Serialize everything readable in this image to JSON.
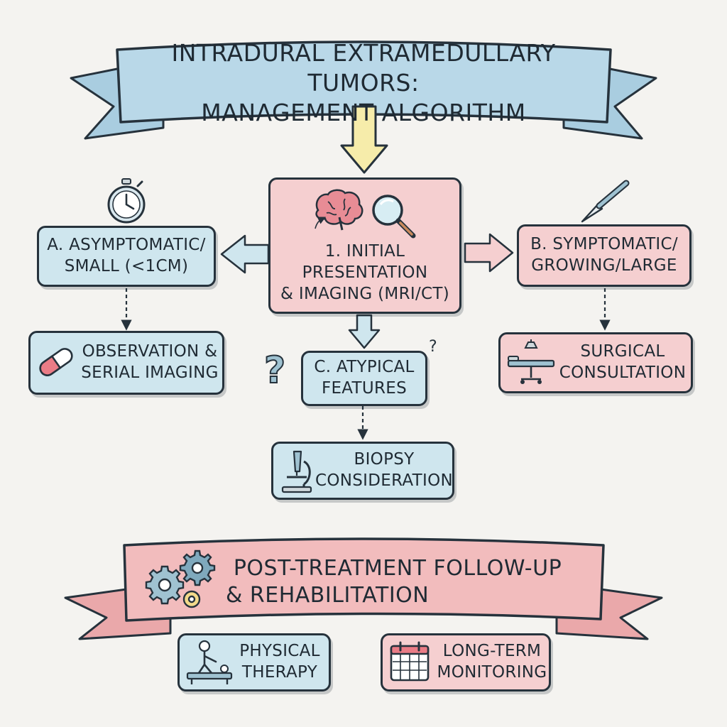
{
  "header": {
    "title_line1": "INTRADURAL EXTRAMEDULLARY TUMORS:",
    "title_line2": "MANAGEMENT ALGORITHM"
  },
  "nodes": {
    "initial": {
      "line1": "1. INITIAL",
      "line2": "PRESENTATION",
      "line3": "& IMAGING (MRI/CT)"
    },
    "asymptomatic": {
      "line1": "A. ASYMPTOMATIC/",
      "line2": "SMALL (<1cm)"
    },
    "observation": {
      "line1": "OBSERVATION &",
      "line2": "SERIAL IMAGING"
    },
    "symptomatic": {
      "line1": "B. SYMPTOMATIC/",
      "line2": "GROWING/LARGE"
    },
    "surgical": {
      "line1": "SURGICAL",
      "line2": "CONSULTATION"
    },
    "atypical": {
      "line1": "C. ATYPICAL",
      "line2": "FEATURES"
    },
    "biopsy": {
      "line1": "BIOPSY",
      "line2": "CONSIDERATION"
    }
  },
  "footer": {
    "title_line1": "POST-TREATMENT FOLLOW-UP",
    "title_line2": "& REHABILITATION",
    "physical": {
      "line1": "PHYSICAL",
      "line2": "THERAPY"
    },
    "monitoring": {
      "line1": "LONG-TERM",
      "line2": "MONITORING"
    }
  },
  "decor": {
    "question_mark": "?"
  },
  "icons": [
    "stopwatch-icon",
    "brain-icon",
    "magnifier-icon",
    "scalpel-icon",
    "pill-icon",
    "surgical-table-icon",
    "microscope-icon",
    "question-icon",
    "gears-icon",
    "therapy-icon",
    "calendar-icon"
  ],
  "colors": {
    "blue_fill": "#cfe6ee",
    "pink_fill": "#f5cfd0",
    "top_banner": "#b9d8e8",
    "bottom_banner": "#f2bcbd",
    "arrow_yellow": "#f6ecaa",
    "outline": "#26323c"
  }
}
